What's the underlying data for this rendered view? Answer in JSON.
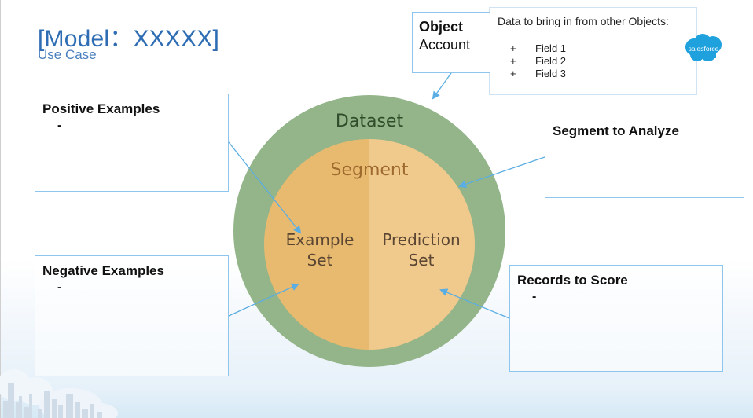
{
  "header": {
    "title": "[Model：XXXXX]",
    "subtitle": "Use Case"
  },
  "object_box": {
    "heading": "Object",
    "value": "Account"
  },
  "fields_box": {
    "title": "Data to bring in from other Objects:",
    "bullet": "+",
    "fields": [
      "Field 1",
      "Field 2",
      "Field 3"
    ],
    "logo_text": "salesforce",
    "logo_icon": "salesforce-cloud-icon"
  },
  "positive_box": {
    "heading": "Positive Examples",
    "item": "-"
  },
  "negative_box": {
    "heading": "Negative Examples",
    "item": "-"
  },
  "segment_box": {
    "heading": "Segment to Analyze"
  },
  "records_box": {
    "heading": "Records to Score",
    "item": "-"
  },
  "diagram": {
    "outer_label": "Dataset",
    "inner_label": "Segment",
    "left_half_label_line1": "Example",
    "left_half_label_line2": "Set",
    "right_half_label_line1": "Prediction",
    "right_half_label_line2": "Set",
    "colors": {
      "dataset": "#93b589",
      "dataset_text": "#2f4d2a",
      "example_set": "#e8ba70",
      "prediction_set": "#f0c98d",
      "segment_text": "#9e6a2e",
      "set_text": "#5a4632",
      "connector": "#5aaee3",
      "title": "#2e6db3",
      "box_border": "#8ec5ec"
    }
  }
}
